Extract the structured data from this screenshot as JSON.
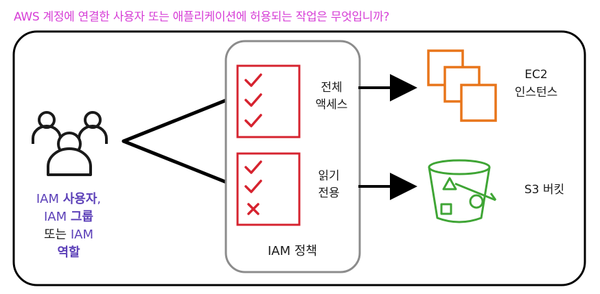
{
  "heading": "AWS 계정에 연결한 사용자 또는 애플리케이션에 허용되는 작업은 무엇입니까?",
  "principal": {
    "line1_a": "IAM ",
    "line1_b": "사용자",
    "line1_c": ",",
    "line2_a": "IAM ",
    "line2_b": "그룹",
    "line3_a": "또는 ",
    "line3_b": "IAM",
    "line4": "역할"
  },
  "policy": {
    "label": "IAM 정책",
    "full_access": [
      "전체",
      "액세스"
    ],
    "read_only": [
      "읽기",
      "전용"
    ]
  },
  "targets": {
    "ec2": [
      "EC2",
      "인스턴스"
    ],
    "s3": "S3 버킷"
  },
  "colors": {
    "heading": "#d63dd6",
    "check": "#d6232f",
    "ec2": "#e8751a",
    "s3": "#3fa535",
    "principal_accent": "#5b3fb8"
  }
}
